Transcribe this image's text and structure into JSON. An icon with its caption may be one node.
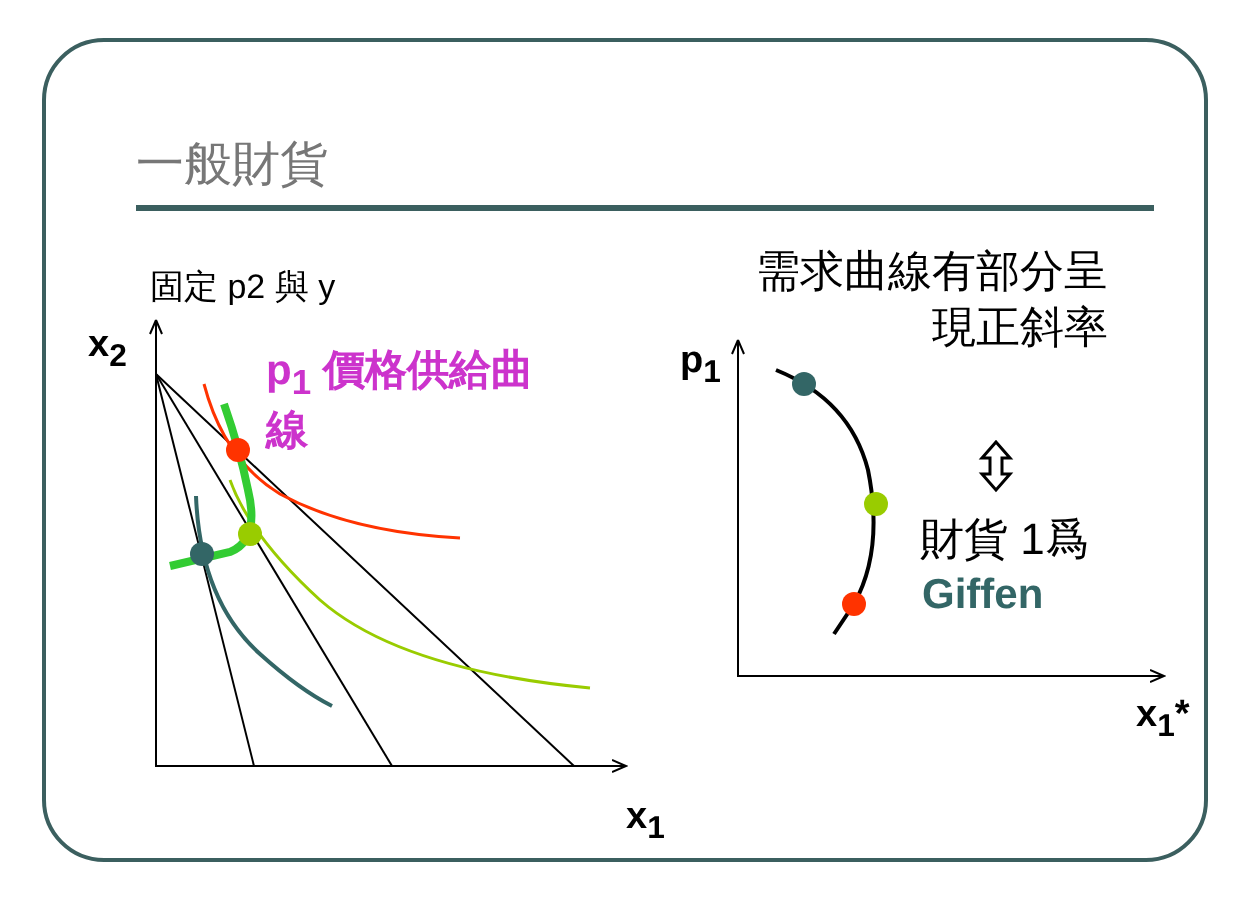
{
  "diagram": {
    "title": "一般財貨",
    "labels": [
      "固定 p2 與 y",
      "x$_{2}$",
      "p$_{1}$ 價格供給曲線",
      "x$_{1}$",
      "需求曲線有部分呈現正斜率",
      "p$_{1}$",
      "財貨 1爲",
      "Giffen",
      "x$_{1}$*"
    ]
  }
}
